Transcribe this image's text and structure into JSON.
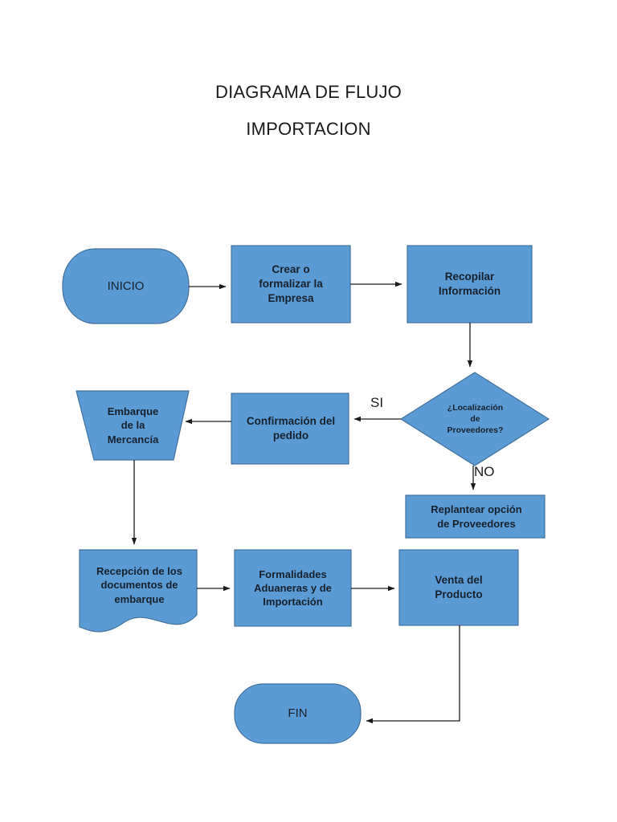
{
  "document": {
    "title_line1": "DIAGRAMA DE FLUJO",
    "title_line2": "IMPORTACION"
  },
  "theme": {
    "shape_fill": "#5B9BD5",
    "shape_stroke": "#41719C",
    "connector_color": "#1a1a1a",
    "text_color": "#17202a",
    "page_background": "#FFFFFF"
  },
  "diagram": {
    "type": "flowchart",
    "orientation": "top-to-bottom",
    "nodes": [
      {
        "id": "inicio",
        "shape": "terminator",
        "label": "INICIO"
      },
      {
        "id": "crear",
        "shape": "process",
        "label": "Crear o formalizar la Empresa"
      },
      {
        "id": "recopilar",
        "shape": "process",
        "label": "Recopilar Información"
      },
      {
        "id": "localizacion",
        "shape": "decision",
        "label": "¿Localización de Proveedores?"
      },
      {
        "id": "confirmacion",
        "shape": "process",
        "label": "Confirmación del pedido"
      },
      {
        "id": "embarque",
        "shape": "trapezoid",
        "label": "Embarque de la Mercancía"
      },
      {
        "id": "replantear",
        "shape": "process",
        "label": "Replantear opción de Proveedores"
      },
      {
        "id": "recepcion",
        "shape": "document",
        "label": "Recepción de los documentos de embarque"
      },
      {
        "id": "formalidades",
        "shape": "process",
        "label": "Formalidades Aduaneras y de Importación"
      },
      {
        "id": "venta",
        "shape": "process",
        "label": "Venta del Producto"
      },
      {
        "id": "fin",
        "shape": "terminator",
        "label": "FIN"
      }
    ],
    "node_text_lines": {
      "inicio": "INICIO",
      "crear_l1": "Crear o",
      "crear_l2": "formalizar la",
      "crear_l3": "Empresa",
      "recopilar_l1": "Recopilar",
      "recopilar_l2": "Información",
      "localizacion_l1": "¿Localización",
      "localizacion_l2": "de",
      "localizacion_l3": "Proveedores?",
      "confirmacion_l1": "Confirmación del",
      "confirmacion_l2": "pedido",
      "embarque_l1": "Embarque",
      "embarque_l2": "de la",
      "embarque_l3": "Mercancía",
      "replantear_l1": "Replantear opción",
      "replantear_l2": "de Proveedores",
      "recepcion_l1": "Recepción de los",
      "recepcion_l2": "documentos de",
      "recepcion_l3": "embarque",
      "formalidades_l1": "Formalidades",
      "formalidades_l2": "Aduaneras y de",
      "formalidades_l3": "Importación",
      "venta_l1": "Venta del",
      "venta_l2": "Producto",
      "fin": "FIN"
    },
    "edges": [
      {
        "id": "e1",
        "from": "inicio",
        "to": "crear",
        "label": ""
      },
      {
        "id": "e2",
        "from": "crear",
        "to": "recopilar",
        "label": ""
      },
      {
        "id": "e3",
        "from": "recopilar",
        "to": "localizacion",
        "label": ""
      },
      {
        "id": "e4",
        "from": "localizacion",
        "to": "confirmacion",
        "label": "SI"
      },
      {
        "id": "e5",
        "from": "localizacion",
        "to": "replantear",
        "label": "NO"
      },
      {
        "id": "e6",
        "from": "confirmacion",
        "to": "embarque",
        "label": ""
      },
      {
        "id": "e7",
        "from": "embarque",
        "to": "recepcion",
        "label": ""
      },
      {
        "id": "e8",
        "from": "recepcion",
        "to": "formalidades",
        "label": ""
      },
      {
        "id": "e9",
        "from": "formalidades",
        "to": "venta",
        "label": ""
      },
      {
        "id": "e10",
        "from": "venta",
        "to": "fin",
        "label": ""
      }
    ],
    "edge_labels": {
      "si": "SI",
      "no": "NO"
    }
  }
}
